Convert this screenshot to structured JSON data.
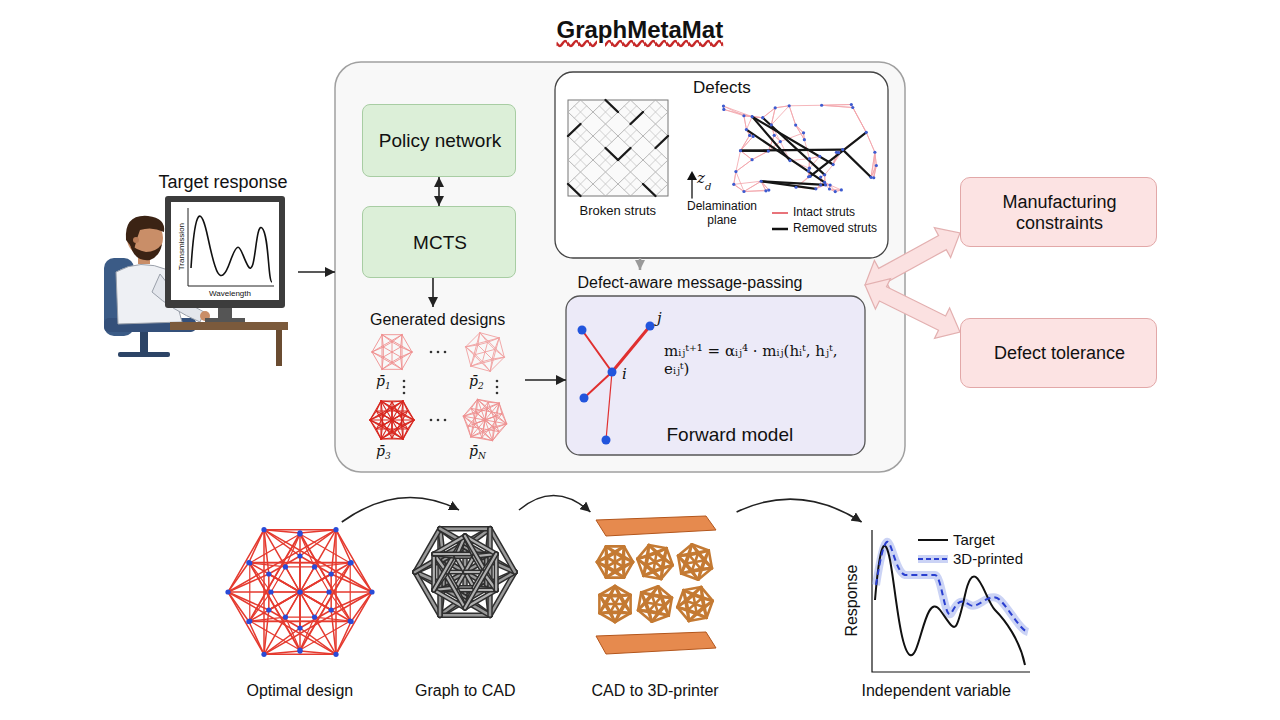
{
  "diagram": {
    "nodes": [
      {
        "text": [
          "GraphMetaMat"
        ]
      },
      {
        "text": [
          "Target response"
        ]
      },
      {
        "text": [
          "Policy network"
        ],
        "in": 0
      },
      {
        "text": [
          "MCTS"
        ],
        "in": 0
      },
      {
        "text": [
          "Defects"
        ],
        "in": 0
      },
      {
        "text": [
          "Generated designs"
        ],
        "in": 0
      },
      {
        "text": [
          "Defect-aware message-passing",
          "mᵢⱼᵗ⁺¹ = αᵢⱼ⁴ · mᵢⱼ(hᵢᵗ, hⱼᵗ, eᵢⱼᵗ)",
          "Forward model"
        ],
        "in": 0
      },
      {
        "text": [
          "Manufacturing constraints"
        ]
      },
      {
        "text": [
          "Defect tolerance"
        ]
      },
      {
        "text": [
          "Optimal design"
        ]
      },
      {
        "text": [
          "Graph to CAD"
        ]
      },
      {
        "text": [
          "CAD to 3D-printer"
        ]
      },
      {
        "text": [
          "Response",
          "Independent variable"
        ]
      }
    ],
    "edges": [
      {
        "from": 1,
        "to": 0,
        "arrow": "to"
      },
      {
        "from": 2,
        "to": 3,
        "arrow": "both"
      },
      {
        "from": 3,
        "to": 5,
        "arrow": "to"
      },
      {
        "from": 5,
        "to": 6,
        "arrow": "to"
      },
      {
        "from": 4,
        "to": 6,
        "arrow": "to"
      },
      {
        "from": 6,
        "to": 7,
        "arrow": "both"
      },
      {
        "from": 6,
        "to": 8,
        "arrow": "both"
      },
      {
        "from": 9,
        "to": 10,
        "arrow": "to"
      },
      {
        "from": 10,
        "to": 11,
        "arrow": "to"
      },
      {
        "from": 11,
        "to": 12,
        "arrow": "to"
      }
    ],
    "labels": [
      "Transmission",
      "Wavelength",
      "Broken struts",
      "z",
      "d",
      "Delamination plane",
      "p̄",
      "1",
      "p̄",
      "2",
      "p̄",
      "3",
      "p̄",
      "N",
      "i",
      "j"
    ],
    "legend": [
      {
        "text": "Intact struts"
      },
      {
        "text": "Removed struts"
      },
      {
        "text": "Target"
      },
      {
        "text": "3D-printed"
      }
    ]
  }
}
